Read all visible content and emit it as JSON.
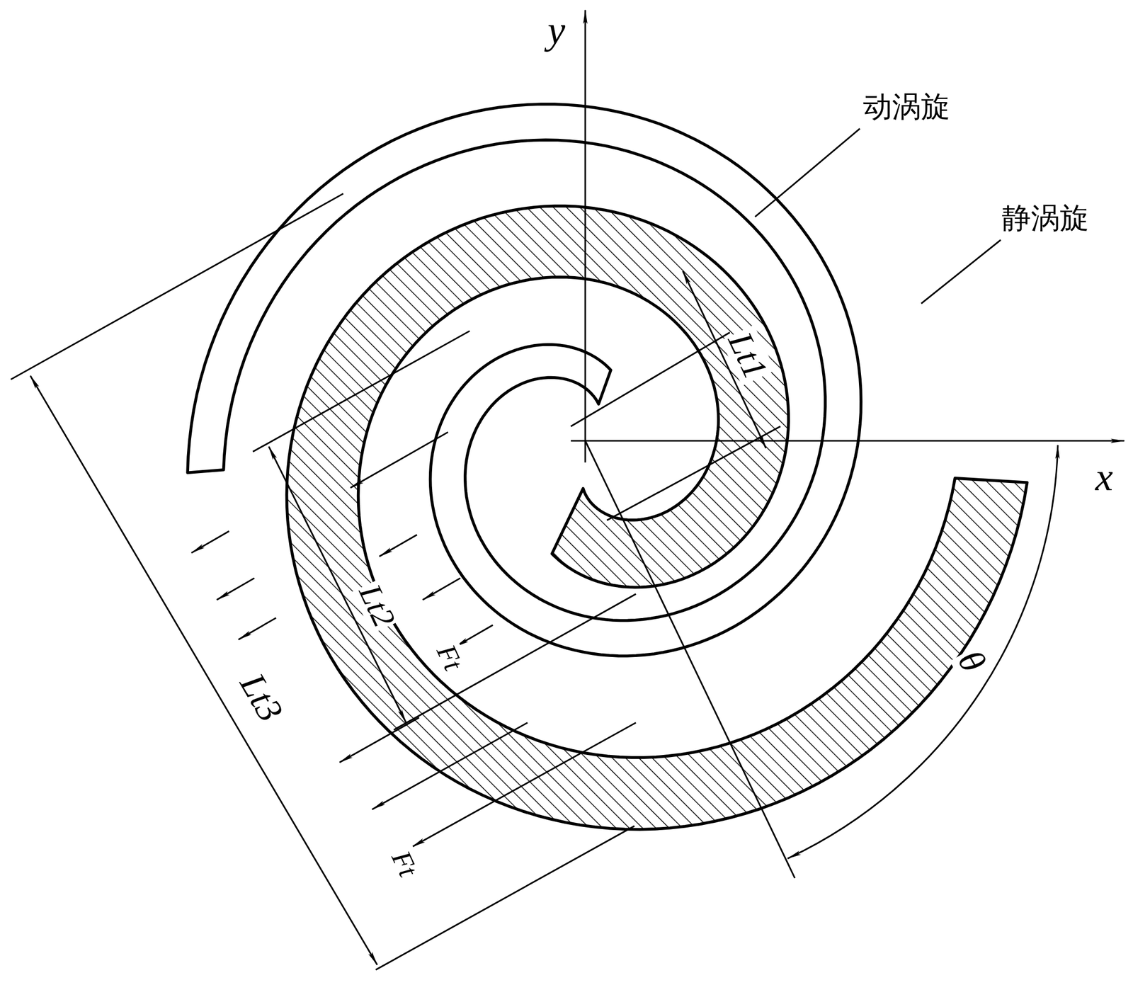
{
  "diagram": {
    "labels": [
      "y",
      "x",
      "动涡旋",
      "静涡旋",
      "Lt1",
      "Lt2",
      "Lt3",
      "Ft",
      "Ft",
      "θ"
    ]
  }
}
